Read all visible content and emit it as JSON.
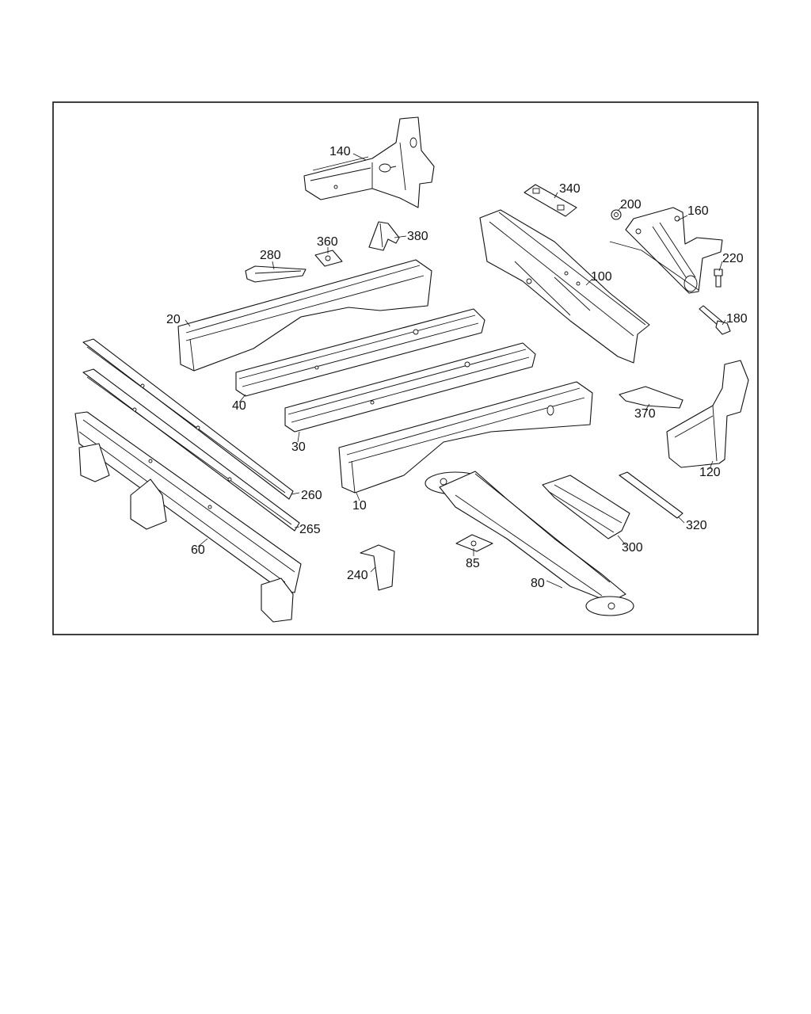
{
  "diagram": {
    "callouts": {
      "c10": "10",
      "c20": "20",
      "c30": "30",
      "c40": "40",
      "c60": "60",
      "c80": "80",
      "c85": "85",
      "c100": "100",
      "c120": "120",
      "c140": "140",
      "c160": "160",
      "c180": "180",
      "c200": "200",
      "c220": "220",
      "c240": "240",
      "c260": "260",
      "c265": "265",
      "c280": "280",
      "c300": "300",
      "c320": "320",
      "c340": "340",
      "c360": "360",
      "c370": "370",
      "c380": "380"
    }
  }
}
